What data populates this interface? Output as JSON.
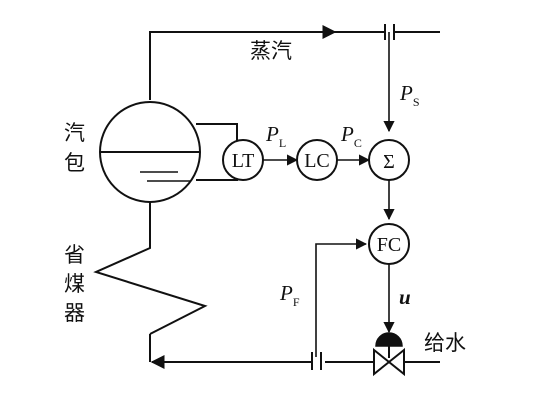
{
  "labels": {
    "steam": "蒸汽",
    "drum": [
      "汽",
      "包"
    ],
    "economizer": [
      "省",
      "煤",
      "器"
    ],
    "feedwater": "给水",
    "u": "u"
  },
  "nodes": {
    "lt": "LT",
    "lc": "LC",
    "sum": "Σ",
    "fc": "FC"
  },
  "signals": {
    "ps": {
      "main": "P",
      "sub": "S"
    },
    "pl": {
      "main": "P",
      "sub": "L"
    },
    "pc": {
      "main": "P",
      "sub": "C"
    },
    "pf": {
      "main": "P",
      "sub": "F"
    }
  }
}
